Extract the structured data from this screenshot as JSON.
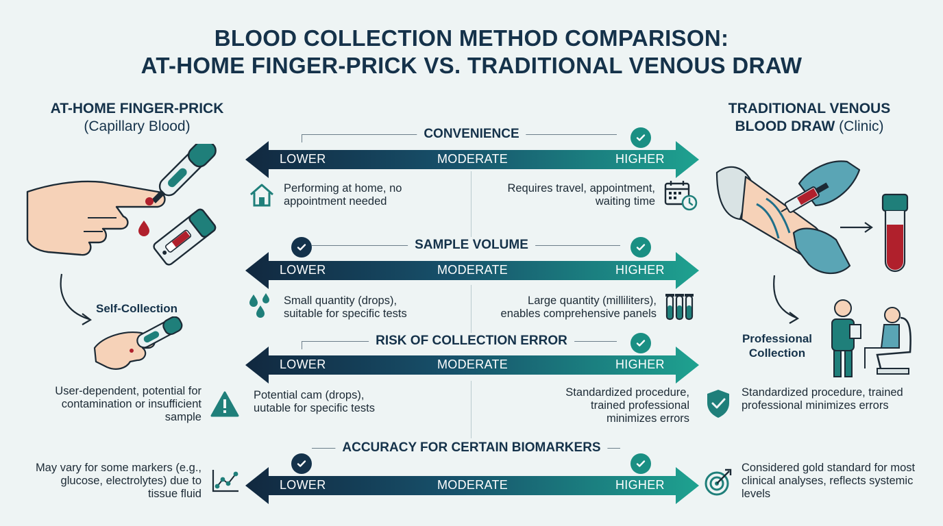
{
  "title_line1": "BLOOD COLLECTION METHOD COMPARISON:",
  "title_line2": "AT-HOME FINGER-PRICK VS. TRADITIONAL VENOUS DRAW",
  "left": {
    "heading_bold": "AT-HOME FINGER-PRICK",
    "heading_sub": "(Capillary Blood)",
    "self_collection": "Self-Collection",
    "error_note": "User-dependent, potential for contamination or insufficient sample",
    "accuracy_note": "May vary for some markers (e.g., glucose, electrolytes) due to tissue fluid"
  },
  "right": {
    "heading_line1": "TRADITIONAL VENOUS",
    "heading_line2_bold": "BLOOD DRAW",
    "heading_line2_rest": "(Clinic)",
    "professional_collection": "Professional Collection",
    "error_note": "Standardized procedure, trained professional minimizes errors",
    "accuracy_note": "Considered gold standard for most clinical analyses, reflects systemic levels"
  },
  "scale": {
    "low": "LOWER",
    "mid": "MODERATE",
    "high": "HIGHER"
  },
  "rows": [
    {
      "category": "CONVENIENCE",
      "left_text": "Performing at home, no appointment needed",
      "right_text": "Requires travel, appointment, waiting time"
    },
    {
      "category": "SAMPLE VOLUME",
      "left_text": "Small quantity (drops), suitable for specific tests",
      "right_text": "Large quantity (milliliters), enables comprehensive panels"
    },
    {
      "category": "RISK OF COLLECTION ERROR",
      "left_text": "Potential cam (drops), uutable for specific tests",
      "right_text": "Standardized procedure, trained professional minimizes errors"
    },
    {
      "category": "ACCURACY FOR CERTAIN BIOMARKERS"
    }
  ],
  "colors": {
    "navy": "#14324b",
    "teal": "#1a9a8a",
    "icon_teal": "#1f7f7a",
    "blood": "#b0202c",
    "glove": "#5aa5b5"
  }
}
